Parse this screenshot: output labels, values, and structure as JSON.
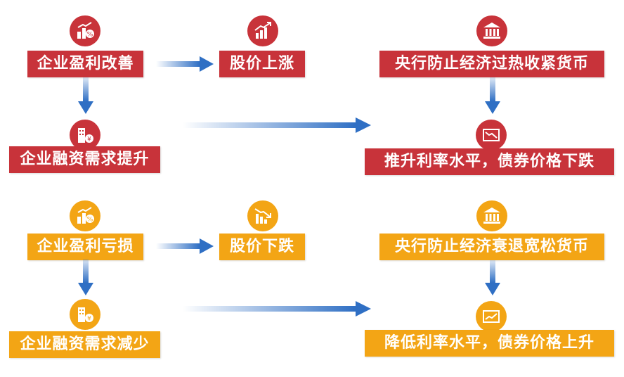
{
  "colors": {
    "red": "#c8333a",
    "gold": "#f3a515",
    "arrow_blue": "#2f6fc4"
  },
  "top": {
    "profit_box": "企业盈利改善",
    "stock_box": "股价上涨",
    "central_bank_box": "央行防止经济过热收紧货币",
    "financing_box": "企业融资需求提升",
    "rate_box": "推升利率水平，债券价格下跌"
  },
  "bottom": {
    "profit_box": "企业盈利亏损",
    "stock_box": "股价下跌",
    "central_bank_box": "央行防止经济衰退宽松货币",
    "financing_box": "企业融资需求减少",
    "rate_box": "降低利率水平，债券价格上升"
  }
}
